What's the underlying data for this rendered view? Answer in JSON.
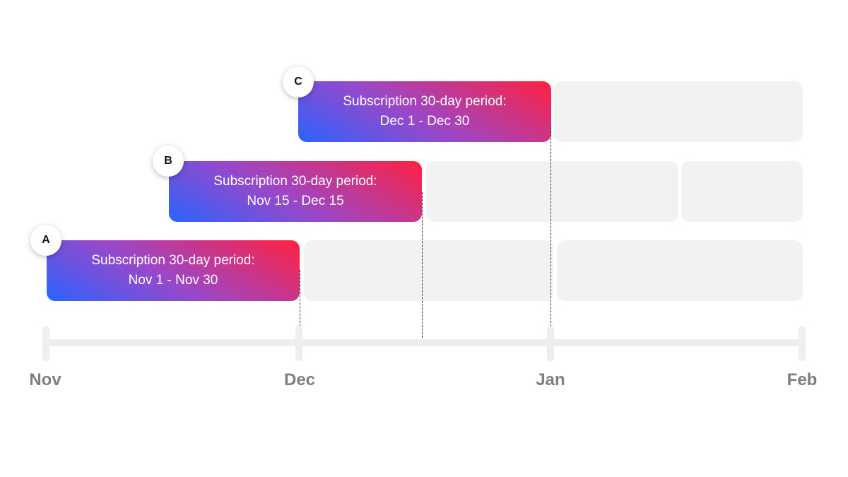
{
  "rows": [
    {
      "badge": "C",
      "line1": "Subscription 30-day period:",
      "line2": "Dec 1 - Dec 30"
    },
    {
      "badge": "B",
      "line1": "Subscription 30-day period:",
      "line2": "Nov 15 - Dec 15"
    },
    {
      "badge": "A",
      "line1": "Subscription 30-day period:",
      "line2": "Nov 1 - Nov 30"
    }
  ],
  "timeline": {
    "months": [
      "Nov",
      "Dec",
      "Jan",
      "Feb"
    ]
  },
  "colors": {
    "gradient_start": "#2b63ff",
    "gradient_mid": "#9b47c8",
    "gradient_end": "#ff2140",
    "ghost": "#f2f2f2",
    "axis": "#eeeeee",
    "month_label": "#7f7f7f"
  }
}
